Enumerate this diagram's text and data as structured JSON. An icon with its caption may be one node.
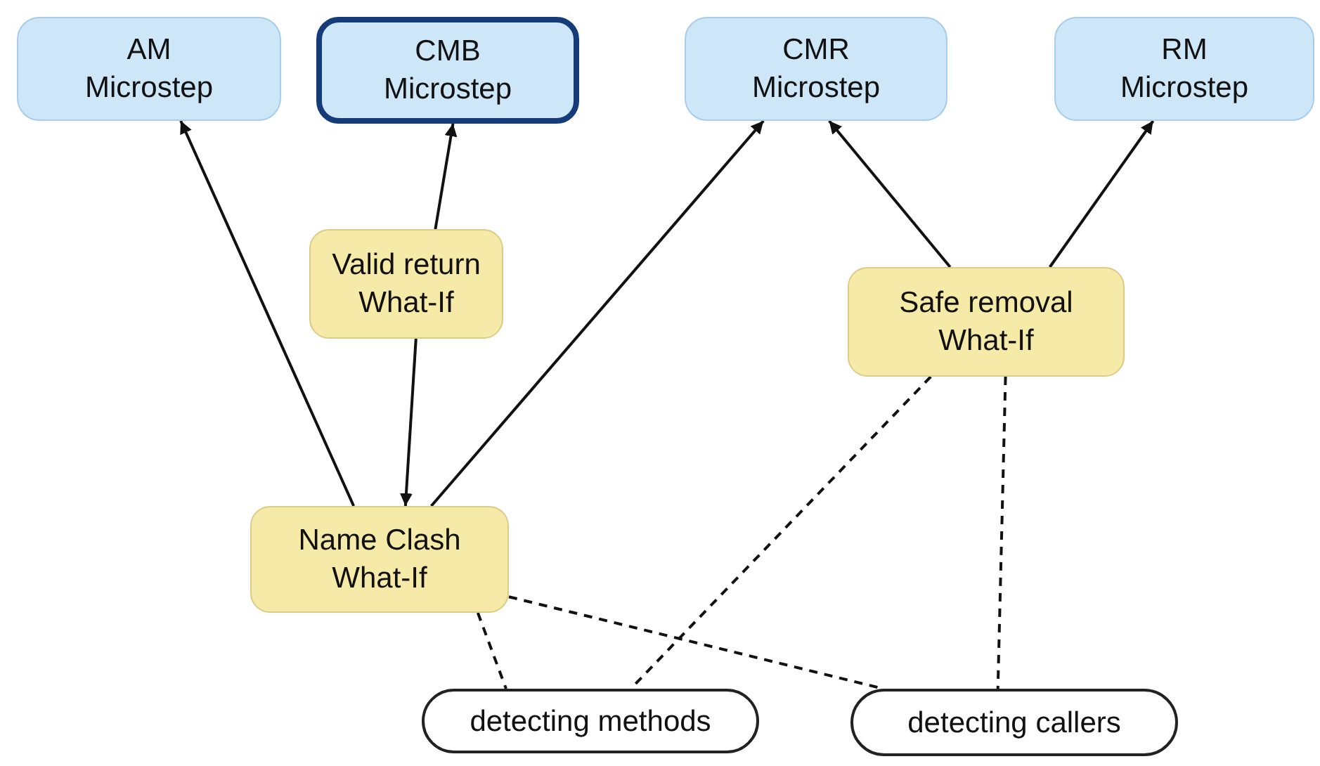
{
  "diagram": {
    "nodes": [
      {
        "text": [
          "AM Microstep"
        ]
      },
      {
        "text": [
          "CMB Microstep"
        ]
      },
      {
        "text": [
          "CMR Microstep"
        ]
      },
      {
        "text": [
          "RM Microstep"
        ]
      },
      {
        "text": [
          "Valid return What-If"
        ]
      },
      {
        "text": [
          "Safe removal What-If"
        ]
      },
      {
        "text": [
          "Name Clash What-If"
        ]
      },
      {
        "text": [
          "detecting methods"
        ]
      },
      {
        "text": [
          "detecting callers"
        ]
      }
    ],
    "edges": [
      {
        "from": 6,
        "to": 0,
        "arrow": "to"
      },
      {
        "from": 4,
        "to": 1,
        "arrow": "to"
      },
      {
        "from": 4,
        "to": 6,
        "arrow": "to"
      },
      {
        "from": 6,
        "to": 2,
        "arrow": "to"
      },
      {
        "from": 5,
        "to": 2,
        "arrow": "to"
      },
      {
        "from": 5,
        "to": 3,
        "arrow": "to"
      },
      {
        "from": 6,
        "to": 7,
        "arrow": "none",
        "style": "dashed"
      },
      {
        "from": 6,
        "to": 8,
        "arrow": "none",
        "style": "dashed"
      },
      {
        "from": 5,
        "to": 7,
        "arrow": "none",
        "style": "dashed"
      },
      {
        "from": 5,
        "to": 8,
        "arrow": "none",
        "style": "dashed"
      }
    ]
  }
}
